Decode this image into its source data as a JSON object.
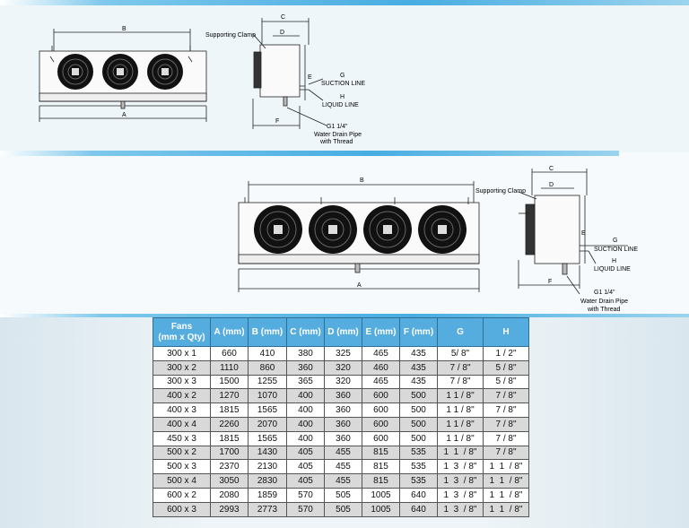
{
  "labels": {
    "b": "B",
    "a": "A",
    "c": "C",
    "d": "D",
    "e": "E",
    "f": "F",
    "g": "G",
    "h": "H",
    "clamp": "Supporting Clamp",
    "suction": "SUCTION LINE",
    "liquid": "LIQUID LINE",
    "drain_size": "G1 1/4\"",
    "drain_line1": "Water Drain Pipe",
    "drain_line2": "with Thread"
  },
  "table": {
    "headers": [
      {
        "l1": "Fans",
        "l2": "(mm x Qty)"
      },
      {
        "l1": "A (mm)",
        "l2": ""
      },
      {
        "l1": "B (mm)",
        "l2": ""
      },
      {
        "l1": "C (mm)",
        "l2": ""
      },
      {
        "l1": "D (mm)",
        "l2": ""
      },
      {
        "l1": "E (mm)",
        "l2": ""
      },
      {
        "l1": "F (mm)",
        "l2": ""
      },
      {
        "l1": "G",
        "l2": ""
      },
      {
        "l1": "H",
        "l2": ""
      }
    ],
    "rows": [
      [
        "300 x 1",
        "660",
        "410",
        "380",
        "325",
        "465",
        "435",
        "5/ 8\"",
        "1 / 2\""
      ],
      [
        "300 x 2",
        "1110",
        "860",
        "360",
        "320",
        "460",
        "435",
        "7 / 8\"",
        "5 / 8\""
      ],
      [
        "300 x 3",
        "1500",
        "1255",
        "365",
        "320",
        "465",
        "435",
        "7 / 8\"",
        "5 / 8\""
      ],
      [
        "400 x 2",
        "1270",
        "1070",
        "400",
        "360",
        "600",
        "500",
        "1 1 / 8\"",
        "7 / 8\""
      ],
      [
        "400 x 3",
        "1815",
        "1565",
        "400",
        "360",
        "600",
        "500",
        "1 1 / 8\"",
        "7 / 8\""
      ],
      [
        "400 x 4",
        "2260",
        "2070",
        "400",
        "360",
        "600",
        "500",
        "1 1 / 8\"",
        "7 / 8\""
      ],
      [
        "450 x 3",
        "1815",
        "1565",
        "400",
        "360",
        "600",
        "500",
        "1 1 / 8\"",
        "7 / 8\""
      ],
      [
        "500 x 2",
        "1700",
        "1430",
        "405",
        "455",
        "815",
        "535",
        "1  1  / 8\"",
        "7 / 8\""
      ],
      [
        "500 x 3",
        "2370",
        "2130",
        "405",
        "455",
        "815",
        "535",
        "1  3  / 8\"",
        "1  1  / 8\""
      ],
      [
        "500 x 4",
        "3050",
        "2830",
        "405",
        "455",
        "815",
        "535",
        "1  3  / 8\"",
        "1  1  / 8\""
      ],
      [
        "600 x 2",
        "2080",
        "1859",
        "570",
        "505",
        "1005",
        "640",
        "1  3  / 8\"",
        "1  1  / 8\""
      ],
      [
        "600 x 3",
        "2993",
        "2773",
        "570",
        "505",
        "1005",
        "640",
        "1  3  / 8\"",
        "1  1  / 8\""
      ]
    ]
  }
}
